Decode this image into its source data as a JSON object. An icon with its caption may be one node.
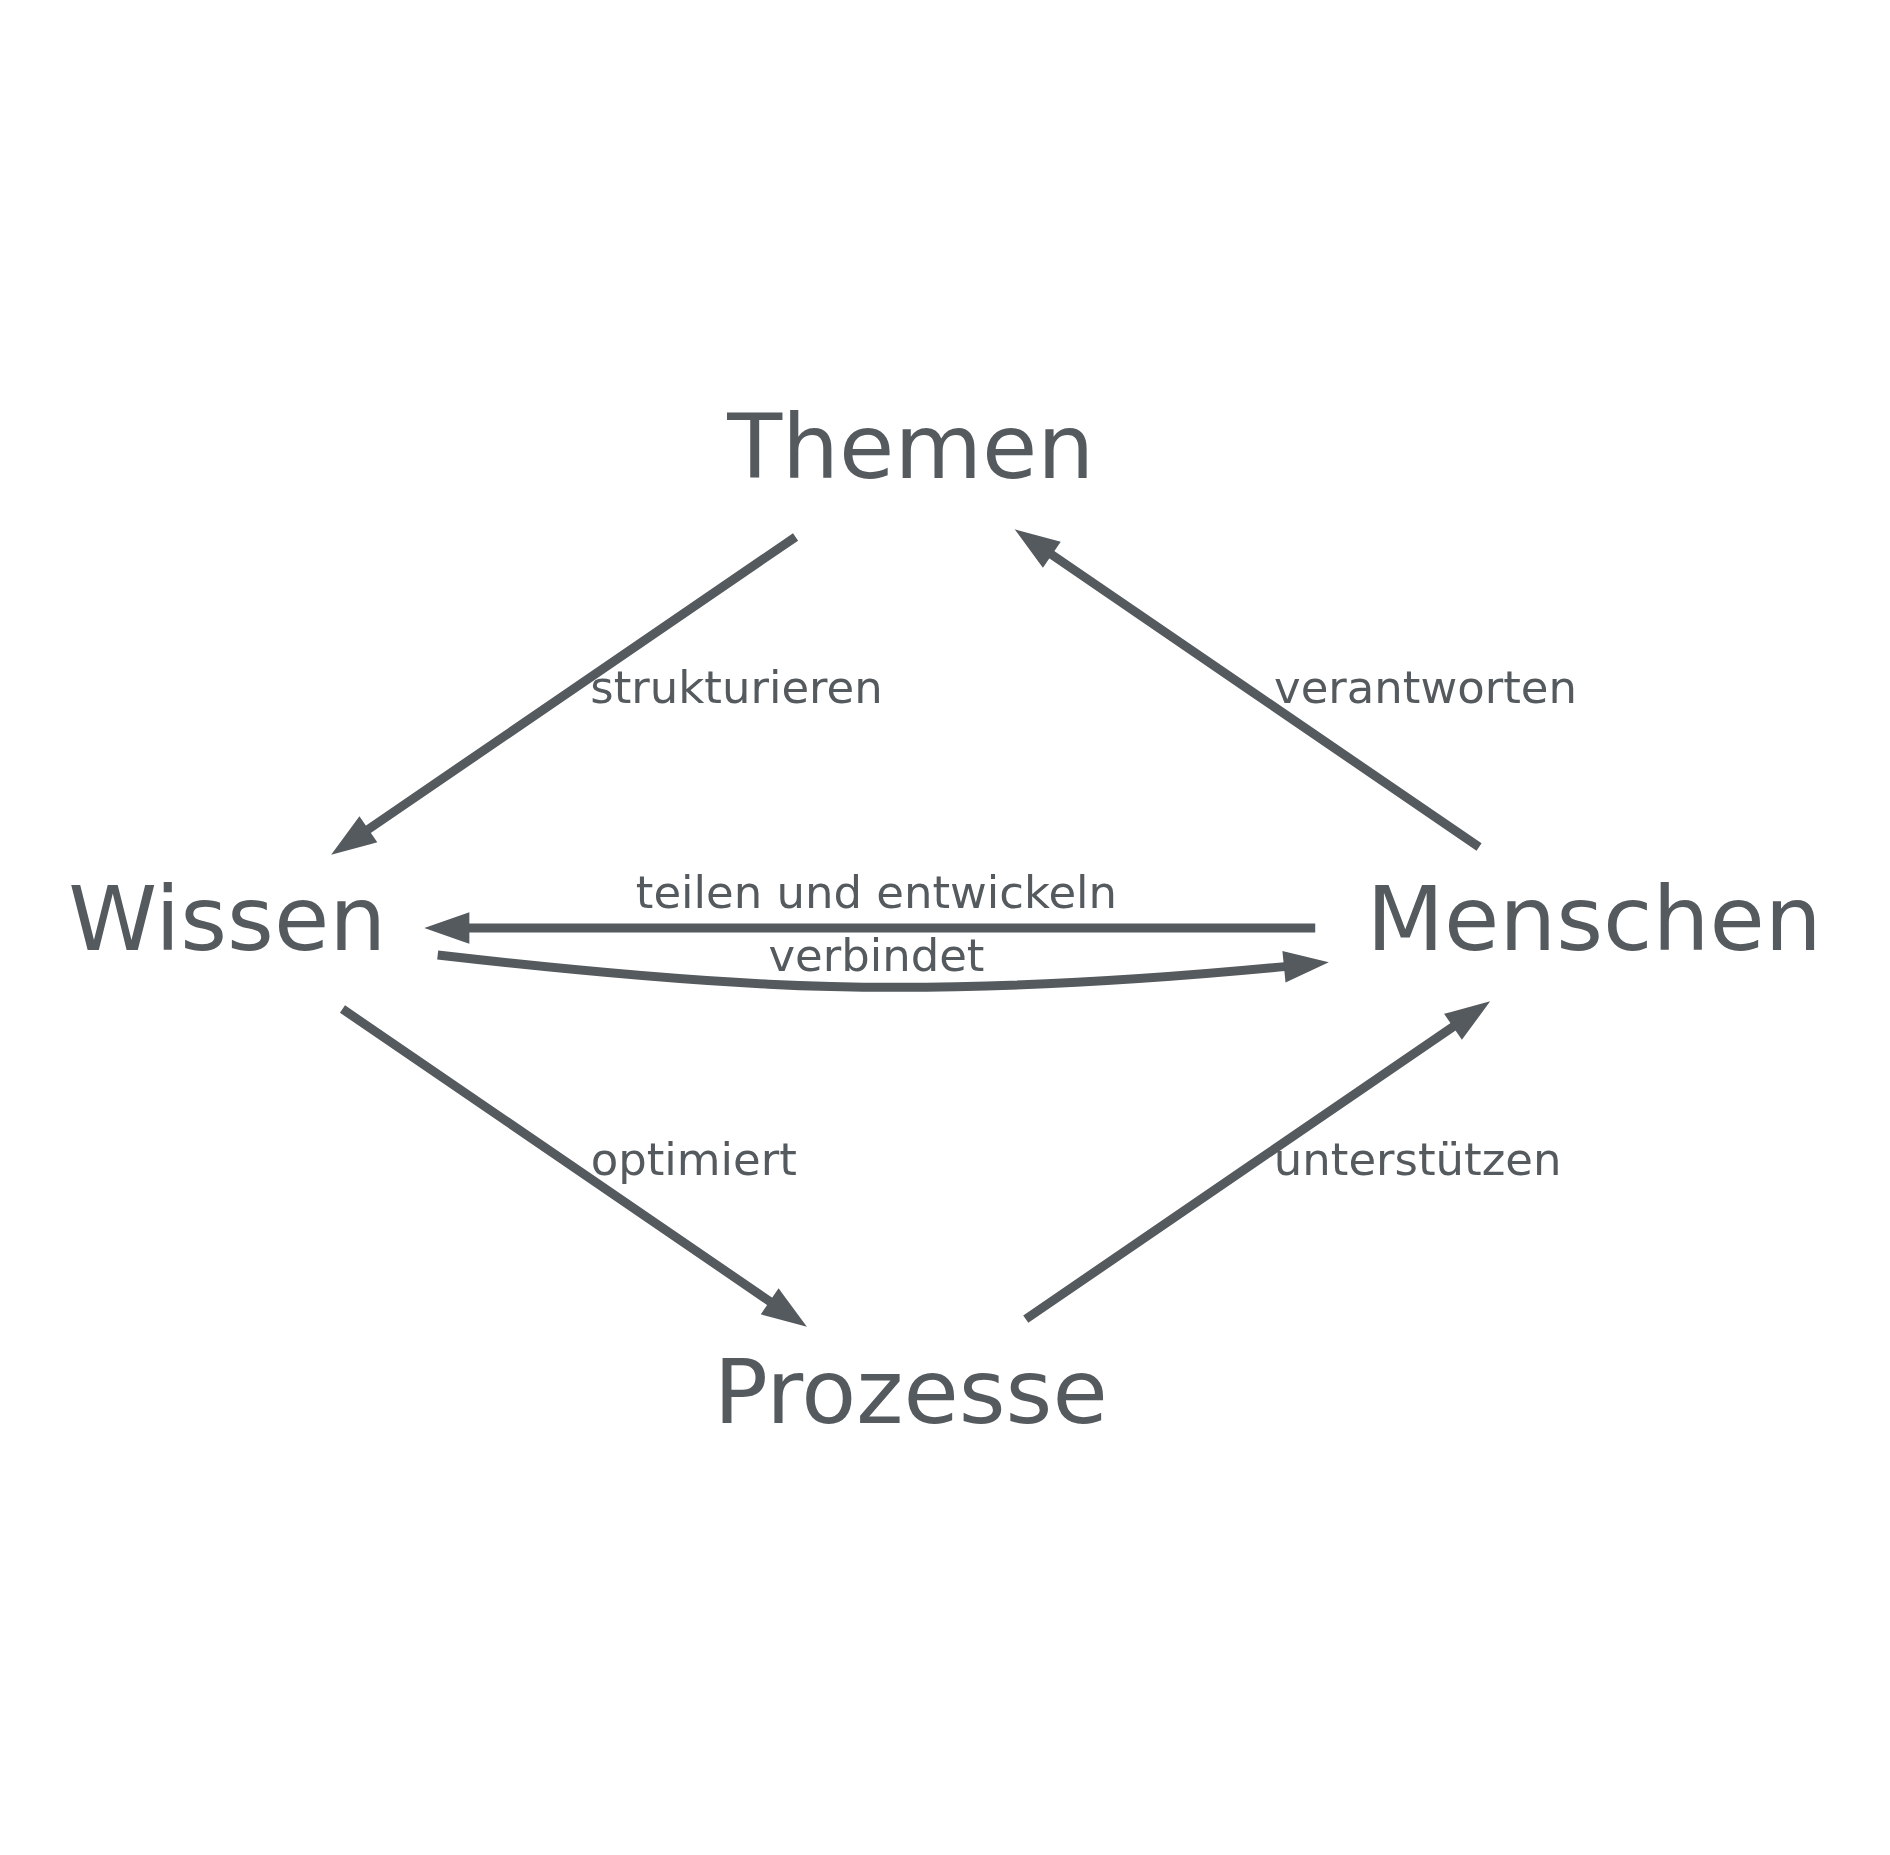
{
  "diagram": {
    "nodes": [
      {
        "text": [
          "Themen"
        ]
      },
      {
        "text": [
          "Wissen"
        ]
      },
      {
        "text": [
          "Menschen"
        ]
      },
      {
        "text": [
          "Prozesse"
        ]
      }
    ],
    "edges": [
      {
        "from": 0,
        "to": 1,
        "arrow": "to",
        "label": "strukturieren"
      },
      {
        "from": 2,
        "to": 0,
        "arrow": "to",
        "label": "verantworten"
      },
      {
        "from": 2,
        "to": 1,
        "arrow": "to",
        "label": "teilen und entwickeln"
      },
      {
        "from": 1,
        "to": 2,
        "arrow": "to",
        "label": "verbindet"
      },
      {
        "from": 1,
        "to": 3,
        "arrow": "to",
        "label": "optimiert"
      },
      {
        "from": 3,
        "to": 2,
        "arrow": "to",
        "label": "unterstützen"
      }
    ]
  }
}
